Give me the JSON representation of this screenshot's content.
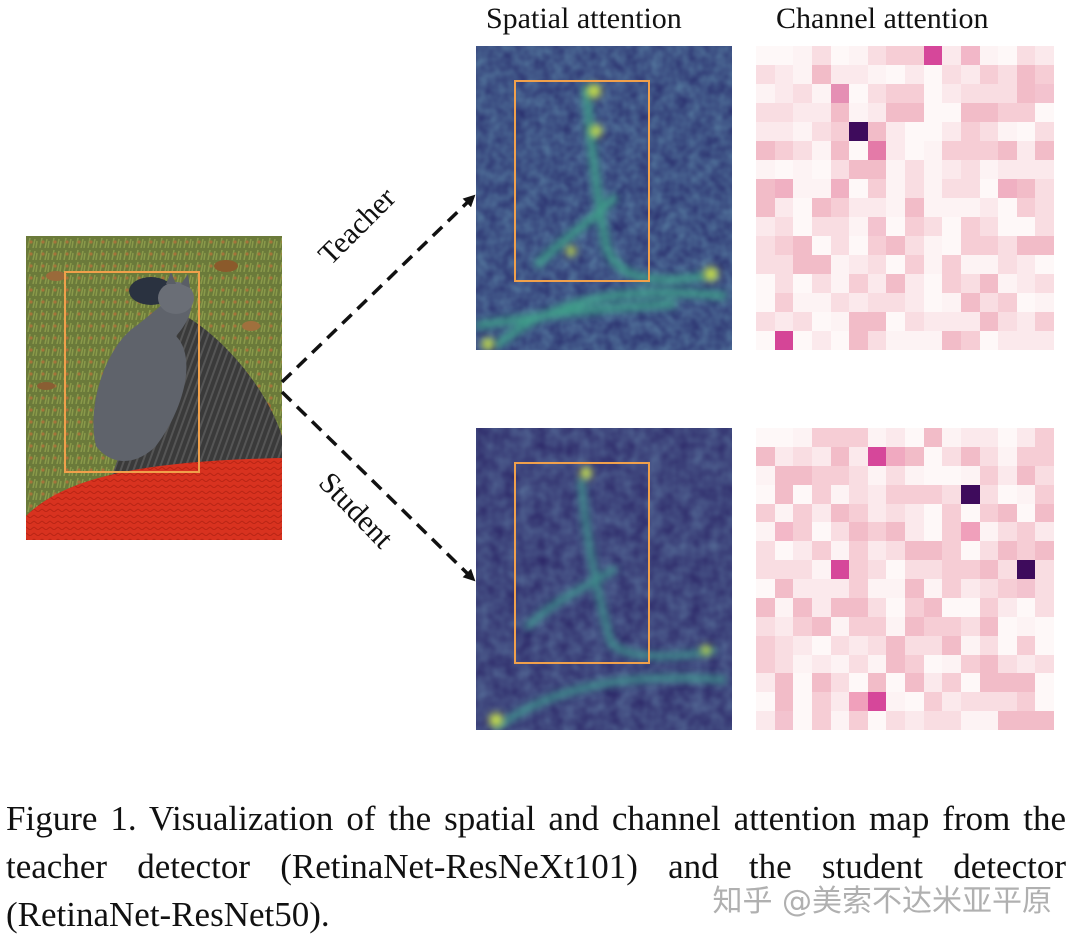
{
  "figure": {
    "column_titles": {
      "spatial": "Spatial attention",
      "channel": "Channel attention"
    },
    "arrow_labels": {
      "teacher": "Teacher",
      "student": "Student"
    },
    "caption": "Figure 1.  Visualization of the spatial and channel attention map from the teacher detector (RetinaNet-ResNeXt101) and the student detector (RetinaNet-ResNet50).",
    "watermark": "知乎 @美索不达米亚平原"
  },
  "colors": {
    "bbox": "#f0a04b",
    "viridis_dark": "#2a2060",
    "viridis_mid": "#2f6f8e",
    "viridis_bright": "#c8e04a",
    "rdpu_light": "#fbe6ea",
    "rdpu_mid": "#e07ab0",
    "rdpu_dark": "#4a0a5a"
  }
}
